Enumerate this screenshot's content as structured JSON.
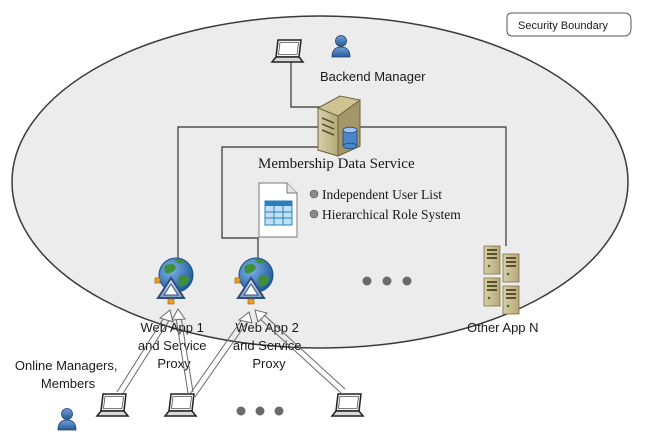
{
  "security_boundary": {
    "label": "Security Boundary"
  },
  "backend_manager": {
    "label": "Backend Manager"
  },
  "membership_service": {
    "label": "Membership Data Service",
    "features": [
      "Independent User List",
      "Hierarchical Role System"
    ]
  },
  "web_app_1": {
    "lines": [
      "Web App 1",
      "and Service",
      "Proxy"
    ]
  },
  "web_app_2": {
    "lines": [
      "Web App 2",
      "and Service",
      "Proxy"
    ]
  },
  "other_app": {
    "label": "Other App N"
  },
  "online_users": {
    "lines": [
      "Online Managers,",
      "Members"
    ]
  },
  "colors": {
    "ellipse_fill": "#ececec",
    "line": "#333333",
    "globe": "#2f6fb5",
    "land": "#3f8f3a"
  },
  "icons": [
    "laptop-icon",
    "user-icon",
    "server-icon",
    "database-icon",
    "document-table-icon",
    "globe-icon",
    "rack-server-icon",
    "ellipsis-dots"
  ]
}
